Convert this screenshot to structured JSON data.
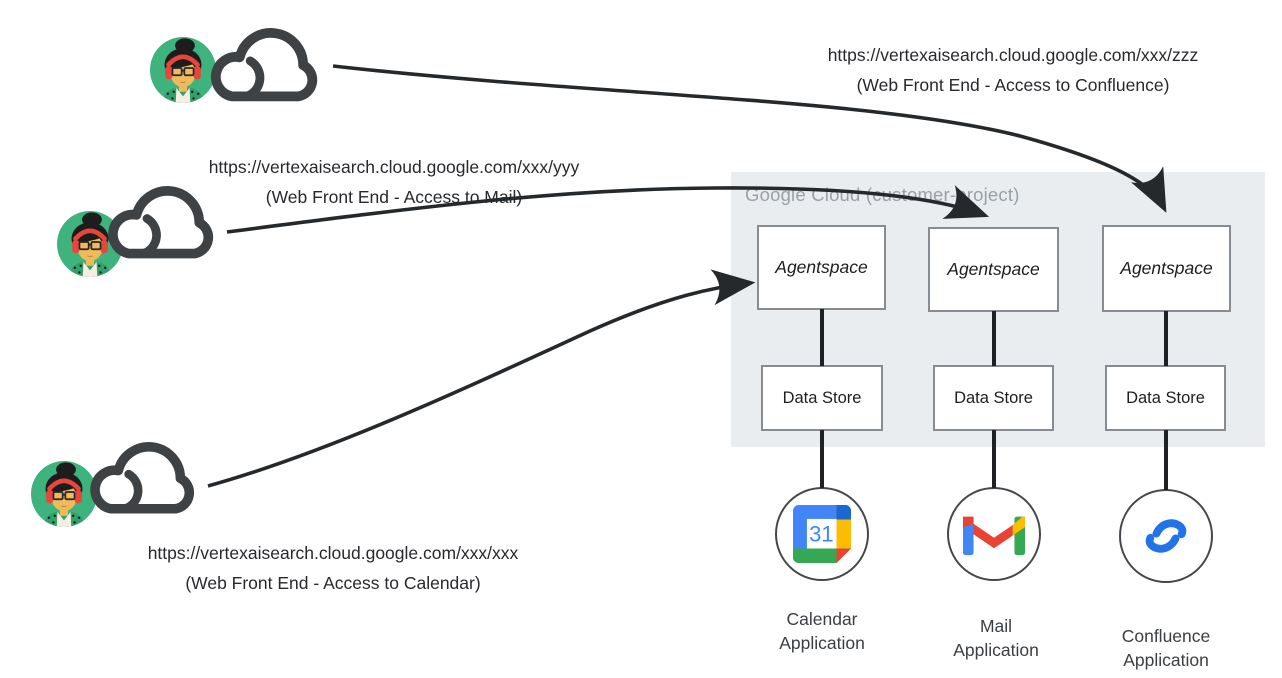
{
  "flows": [
    {
      "url": "https://vertexaisearch.cloud.google.com/xxx/zzz",
      "label": "(Web Front End - Access to Confluence)"
    },
    {
      "url": "https://vertexaisearch.cloud.google.com/xxx/yyy",
      "label": "(Web Front End - Access to Mail)"
    },
    {
      "url": "https://vertexaisearch.cloud.google.com/xxx/xxx",
      "label": "(Web Front End - Access to Calendar)"
    }
  ],
  "panel": {
    "title": "Google Cloud (customer-project)"
  },
  "columns": [
    {
      "agent_label": "Agentspace",
      "store_label": "Data Store",
      "app_name": "Calendar",
      "app_type": "Application",
      "icon": "google-calendar-icon",
      "icon_text": "31"
    },
    {
      "agent_label": "Agentspace",
      "store_label": "Data Store",
      "app_name": "Mail",
      "app_type": "Application",
      "icon": "gmail-icon"
    },
    {
      "agent_label": "Agentspace",
      "store_label": "Data Store",
      "app_name": "Confluence",
      "app_type": "Application",
      "icon": "confluence-icon"
    }
  ],
  "users": [
    {
      "icon": "user-avatar-icon",
      "companion": "cloud-icon"
    },
    {
      "icon": "user-avatar-icon",
      "companion": "cloud-icon"
    },
    {
      "icon": "user-avatar-icon",
      "companion": "cloud-icon"
    }
  ],
  "colors": {
    "panel_bg": "#eaedf0",
    "panel_title": "#9aa0a6",
    "arrow": "#26292c",
    "box_border": "#878c92",
    "avatar_green": "#3eb37d",
    "headphones_red": "#e8453c",
    "google_blue": "#4285f4",
    "google_dark_blue": "#1967d2",
    "google_red": "#ea4335",
    "google_yellow": "#fbbc04",
    "google_green": "#34a853",
    "confluence_blue": "#2272e8"
  }
}
